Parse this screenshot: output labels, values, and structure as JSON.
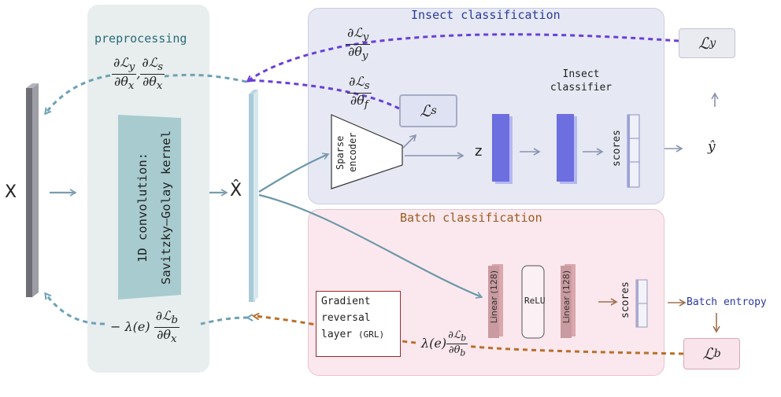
{
  "x_label": "X",
  "xhat_label": "X̂",
  "preprocessing": {
    "title": "preprocessing",
    "conv_line1": "1D convolution:",
    "conv_line2": "Savitzky–Golay kernel",
    "grad_top_num1": "∂ℒ",
    "grad_top_sub1": "y",
    "grad_top_den1": "∂θ",
    "grad_top_dsub1": "x",
    "grad_top_num2": "∂ℒ",
    "grad_top_sub2": "s",
    "grad_top_den2": "∂θ",
    "grad_top_dsub2": "x",
    "grad_bottom_prefix": "− λ(e)",
    "grad_bottom_num": "∂ℒ",
    "grad_bottom_sub": "b",
    "grad_bottom_den": "∂θ",
    "grad_bottom_dsub": "x"
  },
  "insect": {
    "title": "Insect classification",
    "grad_y_num": "∂ℒ",
    "grad_y_sub": "y",
    "grad_y_den": "∂θ",
    "grad_y_dsub": "y",
    "grad_s_num": "∂ℒ",
    "grad_s_sub": "s",
    "grad_s_den": "∂θ",
    "grad_s_dsub": "f",
    "loss_s": "ℒ",
    "loss_s_sub": "s",
    "loss_y": "ℒ",
    "loss_y_sub": "y",
    "encoder_line1": "Sparse",
    "encoder_line2": "encoder",
    "z_label": "z",
    "classifier_line1": "Insect",
    "classifier_line2": "classifier",
    "scores_label": "scores",
    "yhat_label": "ŷ"
  },
  "batch": {
    "title": "Batch classification",
    "linear1": "Linear (128)",
    "relu": "ReLU",
    "linear2": "Linear (128)",
    "scores_label": "scores",
    "entropy_label": "Batch entropy",
    "grl_line1": "Gradient",
    "grl_line2": "reversal",
    "grl_line3": "layer",
    "grl_abbr": "(GRL)",
    "grad_prefix": "λ(e)",
    "grad_num": "∂ℒ",
    "grad_sub": "b",
    "grad_den": "∂θ",
    "grad_dsub": "b",
    "loss_b": "ℒ",
    "loss_b_sub": "b"
  },
  "colors": {
    "preproc_bg": "#e7eeed",
    "insect_bg": "#e6e9f4",
    "batch_bg": "#fbe7ec",
    "insect_title": "#2b3a9a",
    "batch_title": "#9a5a1c",
    "preproc_title": "#2a6a7a",
    "dash_blue": "#6fa1b6",
    "dash_purple": "#6a3fd8",
    "dash_brown": "#b8702a",
    "arrow": "#7a9caf"
  }
}
